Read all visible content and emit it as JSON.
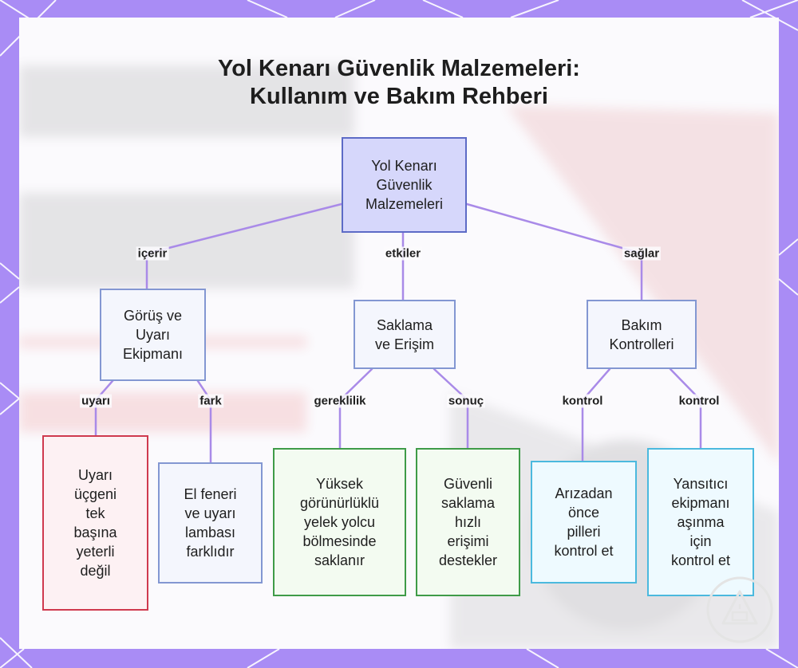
{
  "title_lines": [
    "Yol Kenarı Güvenlik Malzemeleri:",
    "Kullanım ve Bakım Rehberi"
  ],
  "colors": {
    "frame": "#a98cf5",
    "edge": "#a98ae8",
    "root_fill": "#d6d7fb",
    "red_border": "#cf3a4e",
    "green_border": "#3f9b48",
    "cyan_border": "#4bb9de"
  },
  "nodes": {
    "root": "Yol Kenarı\nGüvenlik\nMalzemeleri",
    "visibility": "Görüş ve\nUyarı\nEkipmanı",
    "storage": "Saklama\nve Erişim",
    "maintenance": "Bakım\nKontrolleri",
    "triangle": "Uyarı\nüçgeni\ntek\nbaşına\nyeterli\ndeğil",
    "flashlight": "El feneri\nve uyarı\nlambası\nfarklıdır",
    "vest": "Yüksek\ngörünürlüklü\nyelek yolcu\nbölmesinde\nsaklanır",
    "safe_storage": "Güvenli\nsaklama\nhızlı\nerişimi\ndestekler",
    "batteries": "Arızadan\nönce\npilleri\nkontrol et",
    "reflective": "Yansıtıcı\nekipmanı\naşınma\niçin\nkontrol et"
  },
  "edges": {
    "root_visibility": "içerir",
    "root_storage": "etkiler",
    "root_maintenance": "sağlar",
    "visibility_triangle": "uyarı",
    "visibility_flashlight": "fark",
    "storage_vest": "gereklilik",
    "storage_safe": "sonuç",
    "maintenance_batteries": "kontrol",
    "maintenance_reflective": "kontrol"
  }
}
